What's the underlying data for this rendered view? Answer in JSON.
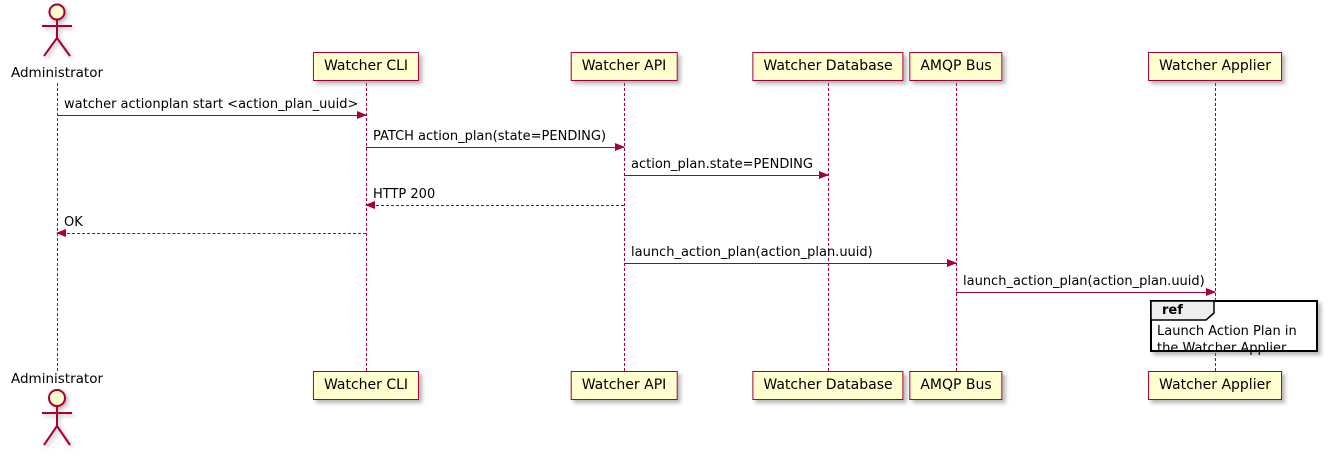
{
  "diagram": {
    "type": "sequence",
    "style": "plantuml",
    "colors": {
      "participant_fill": "#FEFECE",
      "participant_border": "#A80036",
      "line_color": "#A80036",
      "text_color": "#000000",
      "ref_header_fill": "#EEEEEE",
      "ref_border": "#000000",
      "background": "#FFFFFF"
    },
    "actor": {
      "name": "Administrator"
    },
    "participants": [
      {
        "label": "Watcher CLI"
      },
      {
        "label": "Watcher API"
      },
      {
        "label": "Watcher Database"
      },
      {
        "label": "AMQP Bus"
      },
      {
        "label": "Watcher Applier"
      }
    ],
    "messages": [
      {
        "from": "Administrator",
        "to": "Watcher CLI",
        "label": "watcher actionplan start <action_plan_uuid>",
        "style": "solid"
      },
      {
        "from": "Watcher CLI",
        "to": "Watcher API",
        "label": "PATCH action_plan(state=PENDING)",
        "style": "solid"
      },
      {
        "from": "Watcher API",
        "to": "Watcher Database",
        "label": "action_plan.state=PENDING",
        "style": "solid"
      },
      {
        "from": "Watcher API",
        "to": "Watcher CLI",
        "label": "HTTP 200",
        "style": "dashed-return"
      },
      {
        "from": "Watcher CLI",
        "to": "Administrator",
        "label": "OK",
        "style": "dashed-return"
      },
      {
        "from": "Watcher API",
        "to": "AMQP Bus",
        "label": "launch_action_plan(action_plan.uuid)",
        "style": "solid"
      },
      {
        "from": "AMQP Bus",
        "to": "Watcher Applier",
        "label": "launch_action_plan(action_plan.uuid)",
        "style": "solid"
      }
    ],
    "ref": {
      "keyword": "ref",
      "text": "Launch Action Plan in the Watcher Applier",
      "over": "Watcher Applier"
    }
  }
}
